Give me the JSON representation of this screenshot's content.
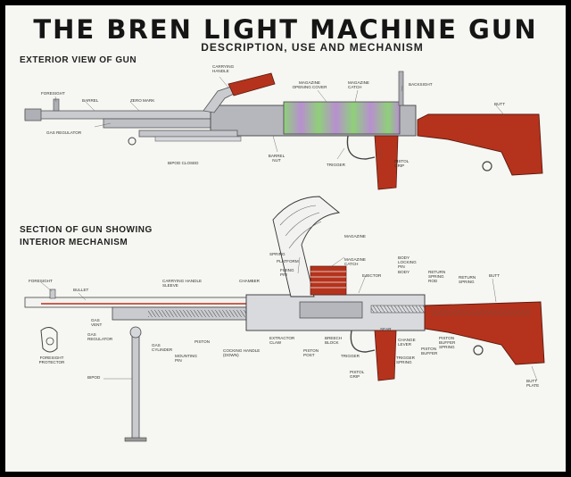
{
  "title": "THE BREN LIGHT MACHINE GUN",
  "subtitle": "DESCRIPTION, USE AND MECHANISM",
  "exterior_heading": "EXTERIOR VIEW OF GUN",
  "section_heading_line1": "SECTION OF GUN SHOWING",
  "section_heading_line2": "INTERIOR MECHANISM",
  "colors": {
    "background": "#f6f6f2",
    "metal": "#b9bbc0",
    "wood": "#b5331c",
    "magazine_tint": "#8fd07a",
    "text": "#151515"
  },
  "exterior_labels": {
    "foresight": "FORESIGHT",
    "barrel": "BARREL",
    "zero_mark": "ZERO MARK",
    "carrying_handle": "CARRYING HANDLE",
    "magazine_opening_cover": "MAGAZINE OPENING COVER",
    "magazine_catch": "MAGAZINE CATCH",
    "backsight": "BACKSIGHT",
    "butt": "BUTT",
    "gas_regulator": "GAS REGULATOR",
    "bipod_closed": "BIPOD CLOSED",
    "barrel_nut": "BARREL NUT",
    "trigger": "TRIGGER",
    "pistol_grip": "PISTOL GRIP"
  },
  "section_labels": {
    "foresight": "FORESIGHT",
    "bullet": "BULLET",
    "carrying_handle_sleeve": "CARRYING HANDLE SLEEVE",
    "spring": "SPRING",
    "platform": "PLATFORM",
    "magazine": "MAGAZINE",
    "magazine_catch": "MAGAZINE CATCH",
    "chamber": "CHAMBER",
    "firing_pin": "FIRING PIN",
    "ejector": "EJECTOR",
    "body": "BODY",
    "body_locking_pin": "BODY LOCKING PIN",
    "return_spring_rod": "RETURN SPRING ROD",
    "return_spring": "RETURN SPRING",
    "butt": "BUTT",
    "gas_vent": "GAS VENT",
    "gas_regulator": "GAS REGULATOR",
    "gas_cylinder": "GAS CYLINDER",
    "piston": "PISTON",
    "mounting_pin": "MOUNTING PIN",
    "cocking_handle": "COCKING HANDLE (DOWN)",
    "extractor_claw": "EXTRACTOR CLAW",
    "piston_post": "PISTON POST",
    "breech_block": "BREECH BLOCK",
    "sear": "SEAR",
    "trigger": "TRIGGER",
    "change_lever": "CHANGE LEVER",
    "trigger_spring": "TRIGGER SPRING",
    "piston_buffer": "PISTON BUFFER",
    "piston_buffer_spring": "PISTON BUFFER SPRING",
    "butt_plate": "BUTT PLATE",
    "pistol_grip": "PISTOL GRIP",
    "bipod": "BIPOD",
    "foresight_protector": "FORESIGHT PROTECTOR"
  }
}
